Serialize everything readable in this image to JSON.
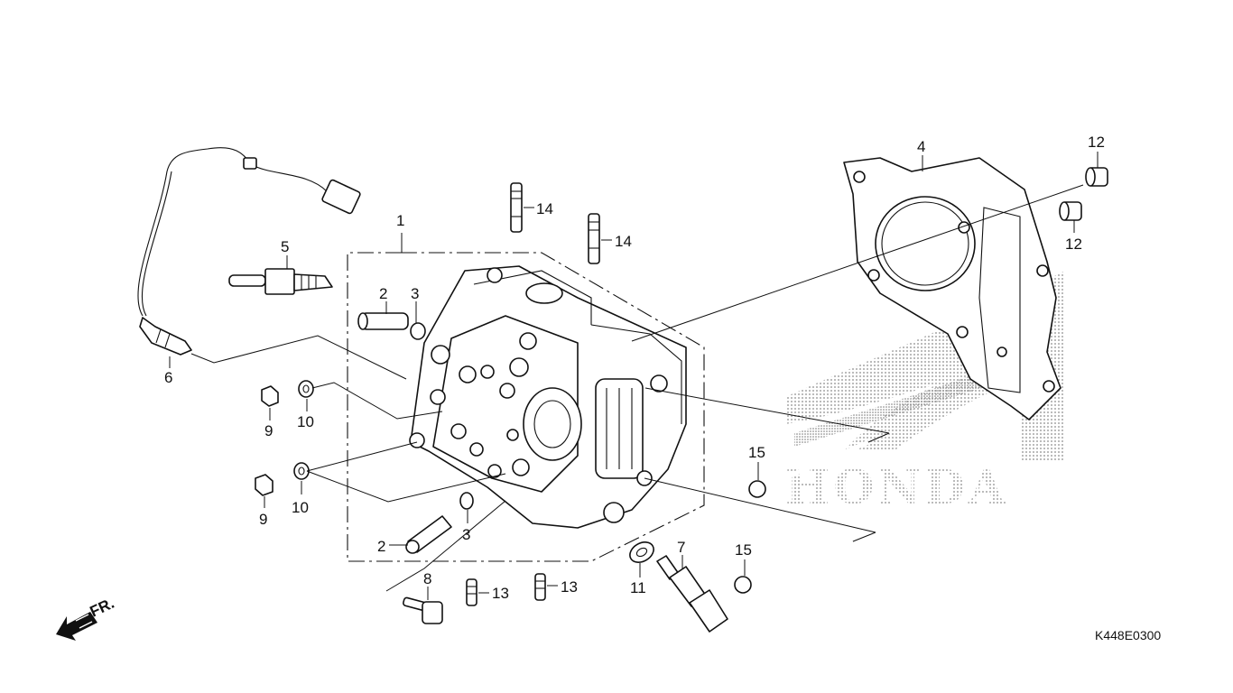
{
  "diagram": {
    "callouts": [
      {
        "id": "c1",
        "text": "1"
      },
      {
        "id": "c2a",
        "text": "2"
      },
      {
        "id": "c2b",
        "text": "2"
      },
      {
        "id": "c3a",
        "text": "3"
      },
      {
        "id": "c3b",
        "text": "3"
      },
      {
        "id": "c4",
        "text": "4"
      },
      {
        "id": "c5",
        "text": "5"
      },
      {
        "id": "c6",
        "text": "6"
      },
      {
        "id": "c7",
        "text": "7"
      },
      {
        "id": "c8",
        "text": "8"
      },
      {
        "id": "c9a",
        "text": "9"
      },
      {
        "id": "c9b",
        "text": "9"
      },
      {
        "id": "c10a",
        "text": "10"
      },
      {
        "id": "c10b",
        "text": "10"
      },
      {
        "id": "c11",
        "text": "11"
      },
      {
        "id": "c12a",
        "text": "12"
      },
      {
        "id": "c12b",
        "text": "12"
      },
      {
        "id": "c13a",
        "text": "13"
      },
      {
        "id": "c13b",
        "text": "13"
      },
      {
        "id": "c14a",
        "text": "14"
      },
      {
        "id": "c14b",
        "text": "14"
      },
      {
        "id": "c15a",
        "text": "15"
      },
      {
        "id": "c15b",
        "text": "15"
      }
    ],
    "front_indicator": "FR.",
    "diagram_code": "K448E0300",
    "watermark_text": "HONDA",
    "line_color": "#111111",
    "watermark_color": "#8a8a8a"
  }
}
